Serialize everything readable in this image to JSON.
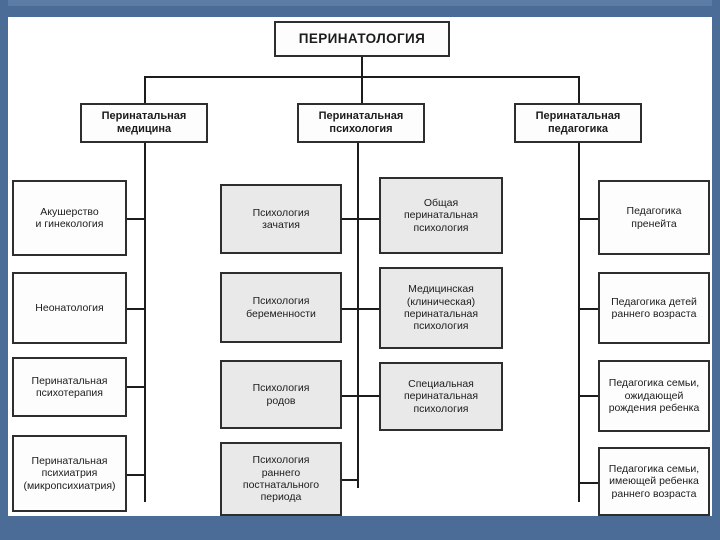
{
  "slide": {
    "frame_color": "#4a6c96",
    "background": "#ffffff"
  },
  "diagram": {
    "type": "hierarchy-tree",
    "root": {
      "label": "ПЕРИНАТОЛОГИЯ"
    },
    "branches": [
      {
        "id": "medicine",
        "label": "Перинатальная\nмедицина",
        "children": [
          {
            "label": "Акушерство\nи гинекология",
            "shaded": false
          },
          {
            "label": "Неонатология",
            "shaded": false
          },
          {
            "label": "Перинатальная\nпсихотерапия",
            "shaded": false
          },
          {
            "label": "Перинатальная\nпсихиатрия\n(микропсихиатрия)",
            "shaded": false
          }
        ]
      },
      {
        "id": "psychology",
        "label": "Перинатальная\nпсихология",
        "children_left": [
          {
            "label": "Психология\nзачатия",
            "shaded": true
          },
          {
            "label": "Психология\nбеременности",
            "shaded": true
          },
          {
            "label": "Психология\nродов",
            "shaded": true
          },
          {
            "label": "Психология\nраннего\nпостнатального\nпериода",
            "shaded": true
          }
        ],
        "children_right": [
          {
            "label": "Общая\nперинатальная\nпсихология",
            "shaded": true
          },
          {
            "label": "Медицинская\n(клиническая)\nперинатальная\nпсихология",
            "shaded": true
          },
          {
            "label": "Специальная\nперинатальная\nпсихология",
            "shaded": true
          }
        ]
      },
      {
        "id": "pedagogy",
        "label": "Перинатальная\nпедагогика",
        "children": [
          {
            "label": "Педагогика\nпренейта",
            "shaded": false
          },
          {
            "label": "Педагогика детей\nраннего возраста",
            "shaded": false
          },
          {
            "label": "Педагогика семьи,\nожидающей\nрождения ребенка",
            "shaded": false
          },
          {
            "label": "Педагогика семьи,\nимеющей ребенка\nраннего возраста",
            "shaded": false
          }
        ]
      }
    ]
  }
}
